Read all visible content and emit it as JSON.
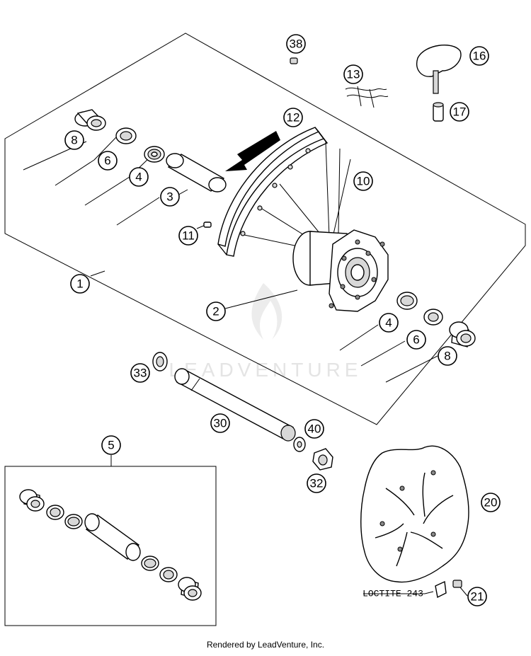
{
  "callouts": {
    "c1": "1",
    "c2": "2",
    "c3": "3",
    "c4a": "4",
    "c4b": "4",
    "c5": "5",
    "c6a": "6",
    "c6b": "6",
    "c8a": "8",
    "c8b": "8",
    "c10": "10",
    "c11": "11",
    "c12": "12",
    "c13": "13",
    "c16": "16",
    "c17": "17",
    "c20": "20",
    "c21": "21",
    "c30": "30",
    "c32": "32",
    "c33": "33",
    "c38": "38",
    "c40": "40"
  },
  "note": "LOCTITE 243",
  "watermark": "LEADVENTURE",
  "footer": "Rendered by LeadVenture, Inc."
}
